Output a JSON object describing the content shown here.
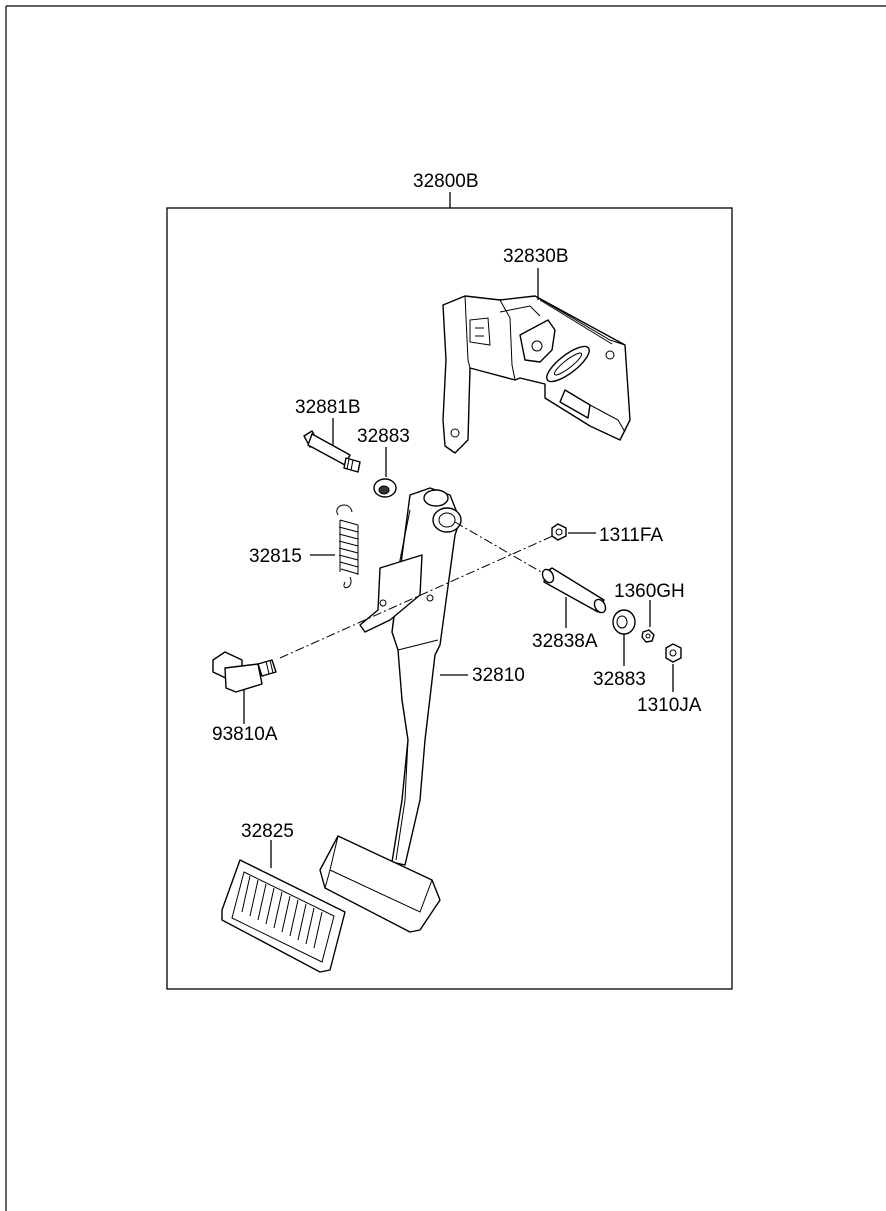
{
  "labels": {
    "assembly": "32800B",
    "bracket": "32830B",
    "bolt": "32881B",
    "bushing_left": "32883",
    "spring": "32815",
    "nut_1311": "1311FA",
    "washer_1360": "1360GH",
    "sleeve": "32838A",
    "pedal_arm": "32810",
    "bushing_right": "32883",
    "nut_1310": "1310JA",
    "stopper": "93810A",
    "pad": "32825"
  }
}
